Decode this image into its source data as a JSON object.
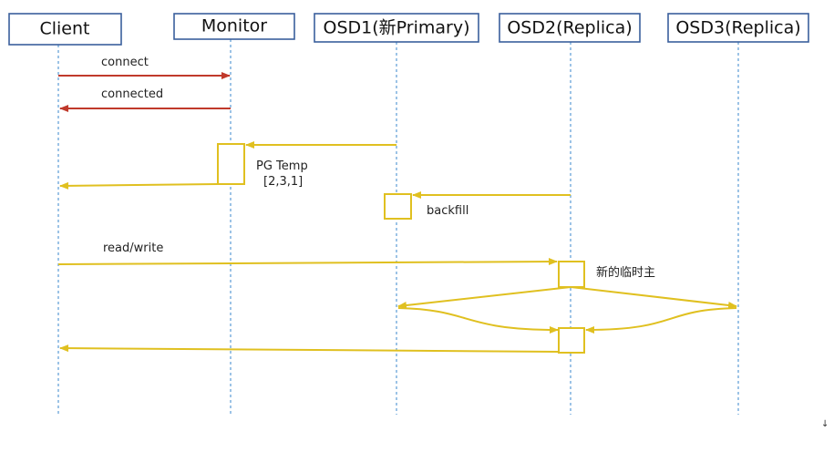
{
  "participants": {
    "client": "Client",
    "monitor": "Monitor",
    "osd1": "OSD1(新Primary)",
    "osd2": "OSD2(Replica)",
    "osd3": "OSD3(Replica)"
  },
  "messages": {
    "connect": "connect",
    "connected": "connected",
    "pg_temp_title": "PG Temp",
    "pg_temp_value": "[2,3,1]",
    "backfill": "backfill",
    "read_write": "read/write",
    "new_temp_primary": "新的临时主"
  },
  "colors": {
    "request_arrow": "#c0392b",
    "flow_arrow": "#e0c020",
    "lifeline": "#5b9bd5",
    "participant_border": "#3a5f9c"
  },
  "footer_mark": "↓"
}
